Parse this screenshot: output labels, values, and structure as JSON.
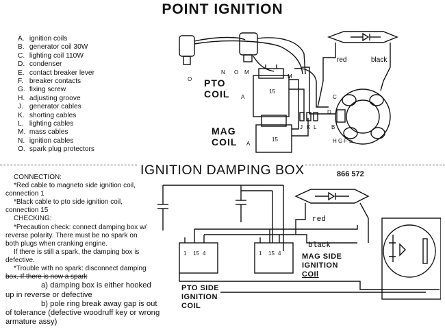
{
  "title": "POINT IGNITION",
  "legend": [
    {
      "key": "A.",
      "text": "ignition coils"
    },
    {
      "key": "B.",
      "text": "generator coil 30W"
    },
    {
      "key": "C.",
      "text": "lighting coil 110W"
    },
    {
      "key": "D.",
      "text": "condenser"
    },
    {
      "key": "E.",
      "text": "contact breaker lever"
    },
    {
      "key": "F.",
      "text": "breaker contacts"
    },
    {
      "key": "G.",
      "text": "fixing screw"
    },
    {
      "key": "H.",
      "text": "adjusting groove"
    },
    {
      "key": "J.",
      "text": "generator cables"
    },
    {
      "key": "K.",
      "text": "shorting cables"
    },
    {
      "key": "L.",
      "text": "lighting cables"
    },
    {
      "key": "M.",
      "text": "mass cables"
    },
    {
      "key": "N.",
      "text": "ignition cables"
    },
    {
      "key": "O.",
      "text": "spark plug protectors"
    }
  ],
  "top_diagram": {
    "pto_coil": [
      "PTO",
      "COIL"
    ],
    "mag_coil": [
      "MAG",
      "COIL"
    ],
    "wire_red": "red",
    "wire_black": "black",
    "letters": {
      "O": "O",
      "N": "N",
      "M": "M",
      "A": "A",
      "C": "C",
      "D": "D",
      "J": "J",
      "K": "K",
      "L": "L",
      "B": "B",
      "H": "H",
      "G": "G",
      "F": "F",
      "E": "E"
    },
    "coil_num": "15"
  },
  "section_title": "IGNITION DAMPING BOX",
  "part_number": "866 572",
  "connection": {
    "heading": "CONNECTION:",
    "red_line1": "*Red cable to magneto side ignition coil,",
    "red_line2": "connection 1",
    "black_line1": "*Black cable to pto side ignition coil,",
    "black_line2": "connection 15"
  },
  "checking": {
    "heading": "CHECKING:",
    "precaution_1": "*Precaution check: connect damping box w/",
    "precaution_2": "reverse polarity.  There must be no spark on",
    "precaution_3": "both plugs when cranking engine.",
    "still_1": "If there is still a spark, the damping box is",
    "still_2": "defective.",
    "trouble_1": "*Trouble with no spark: disconnect damping",
    "trouble_2": "box. If there is now a spark",
    "a_1": "a) damping box is either hooked",
    "a_2": "up in reverse or defective",
    "b_1": "b) pole ring break away gap is out",
    "b_2": "of tolerance (defective woodruff key or wrong",
    "b_3": "armature assy)"
  },
  "bottom_diagram": {
    "red": "red",
    "black": "black",
    "pto_side": [
      "PTO SIDE",
      "IGNITION",
      "COIL"
    ],
    "mag_side": [
      "MAG SIDE",
      "IGNITION",
      "COIl"
    ],
    "terminals_left": [
      "1",
      "15",
      "4"
    ],
    "terminals_right": [
      "1",
      "15",
      "4"
    ]
  }
}
